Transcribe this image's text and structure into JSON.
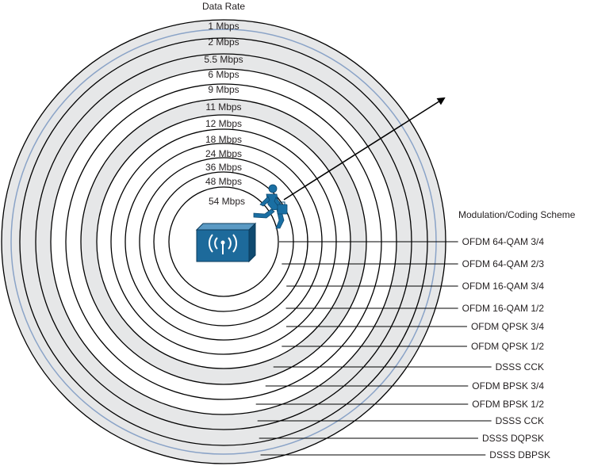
{
  "heading_data_rate": "Data Rate",
  "heading_scheme": "Modulation/Coding Scheme",
  "colors": {
    "band_gray": "#e6e7e8",
    "ring_stroke": "#000000",
    "blue_ring": "#8aa3c7",
    "ap_blue": "#1d6a9b",
    "person_blue": "#1a6fa3"
  },
  "icons": {
    "access_point": "wireless-access-point-icon",
    "person": "walking-person-with-briefcase-icon",
    "arrow": "arrow-icon"
  },
  "rings": [
    {
      "rate": "54 Mbps",
      "scheme": "OFDM 64-QAM 3/4"
    },
    {
      "rate": "48 Mbps",
      "scheme": "OFDM 64-QAM 2/3"
    },
    {
      "rate": "36 Mbps",
      "scheme": "OFDM 16-QAM 3/4"
    },
    {
      "rate": "24 Mbps",
      "scheme": "OFDM 16-QAM 1/2"
    },
    {
      "rate": "18 Mbps",
      "scheme": "OFDM QPSK 3/4"
    },
    {
      "rate": "12 Mbps",
      "scheme": "OFDM QPSK 1/2"
    },
    {
      "rate": "11 Mbps",
      "scheme": "DSSS CCK"
    },
    {
      "rate": "9 Mbps",
      "scheme": "OFDM BPSK 3/4"
    },
    {
      "rate": "6 Mbps",
      "scheme": "OFDM BPSK 1/2"
    },
    {
      "rate": "5.5 Mbps",
      "scheme": "DSSS CCK"
    },
    {
      "rate": "2 Mbps",
      "scheme": "DSSS DQPSK"
    },
    {
      "rate": "1 Mbps",
      "scheme": "DSSS DBPSK"
    }
  ]
}
